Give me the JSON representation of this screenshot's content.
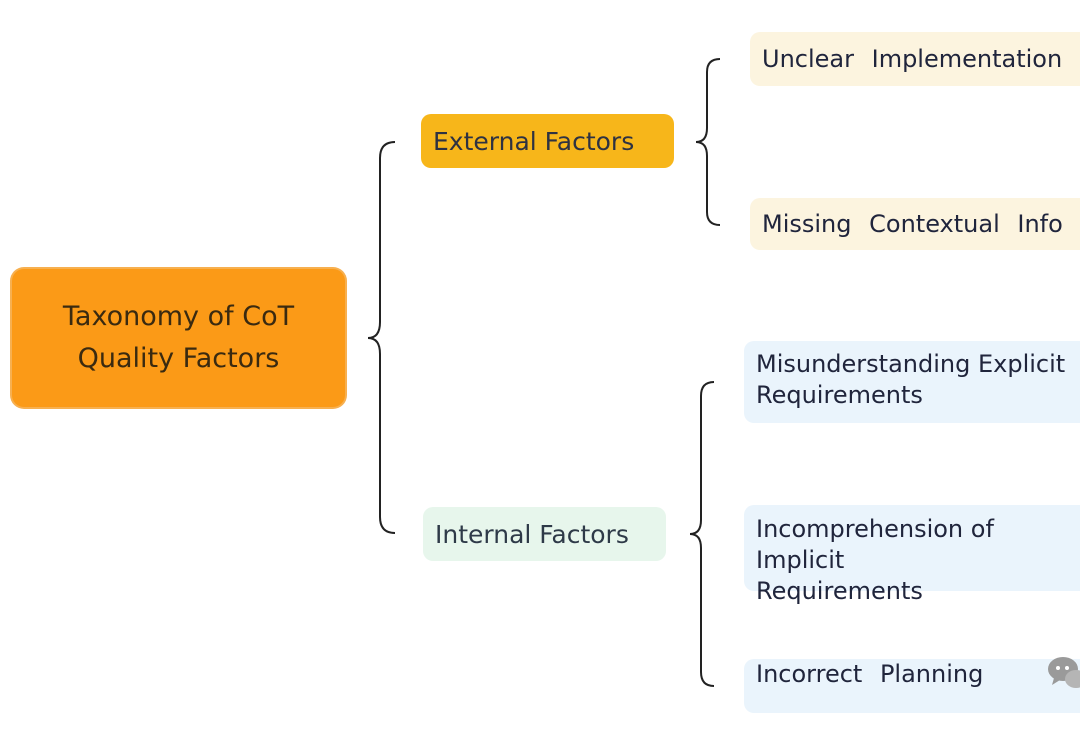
{
  "root": {
    "label_line1": "Taxonomy of CoT",
    "label_line2": "Quality Factors"
  },
  "categories": {
    "external": {
      "label": "External Factors",
      "color": "#f7b61a"
    },
    "internal": {
      "label": "Internal Factors",
      "color": "#e7f6ec"
    }
  },
  "external_items": [
    {
      "label": "Unclear Implementation"
    },
    {
      "label": "Missing Contextual Info"
    }
  ],
  "internal_items": [
    {
      "line1": "Misunderstanding Explicit",
      "line2": "Requirements"
    },
    {
      "line1": "Incomprehension of Implicit",
      "line2": "Requirements"
    },
    {
      "label": "Incorrect Planning"
    }
  ],
  "colors": {
    "root": "#fb9a17",
    "external_leaf": "#fcf4df",
    "internal_leaf": "#eaf4fc",
    "bracket": "#222222"
  },
  "icons": {
    "corner": "chat-bubble-icon"
  }
}
